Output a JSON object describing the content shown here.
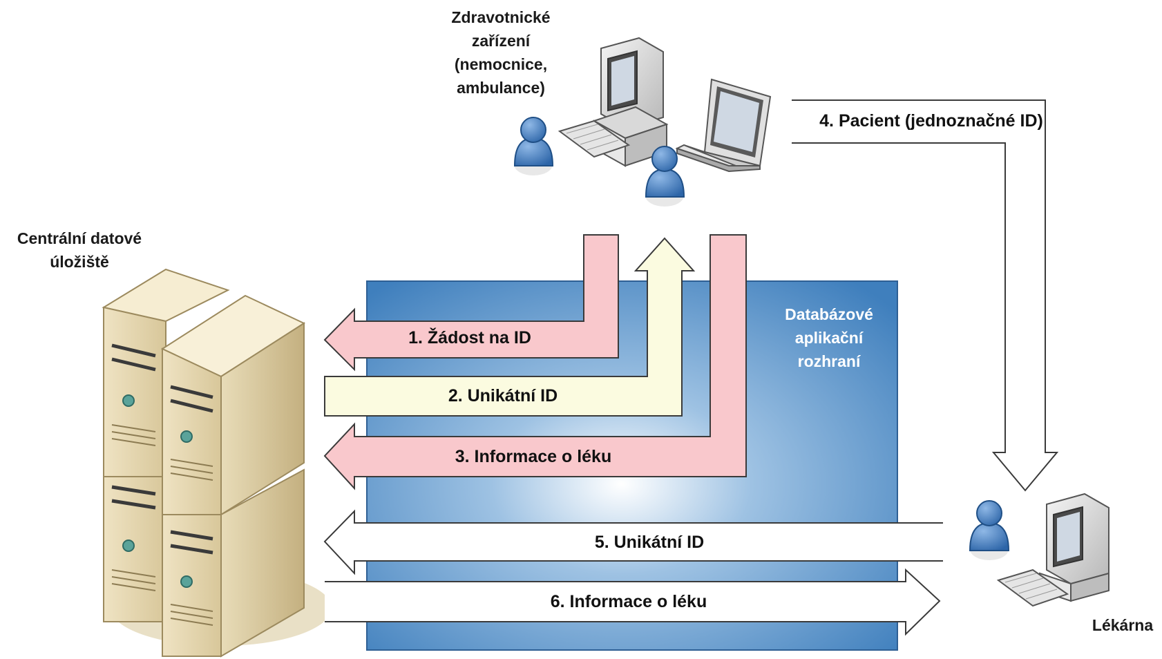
{
  "nodes": {
    "central_storage": "Centrální datové\núložiště",
    "healthcare_facility": "Zdravotnické\nzařízení\n(nemocnice,\nambulance)",
    "pharmacy": "Lékárna",
    "database_api": "Databázové\naplikační\nrozhraní"
  },
  "flows": {
    "step1": "1. Žádost na ID",
    "step2": "2. Unikátní ID",
    "step3": "3. Informace o léku",
    "step4": "4. Pacient (jednoznačné ID)",
    "step5": "5. Unikátní ID",
    "step6": "6. Informace o léku"
  },
  "colors": {
    "database_panel": "#3f7fbd",
    "request_arrow": "#f9c8cc",
    "id_arrow": "#fbfbe0",
    "pharmacy_arrow": "#ffffff",
    "person": "#3d7dc3"
  }
}
